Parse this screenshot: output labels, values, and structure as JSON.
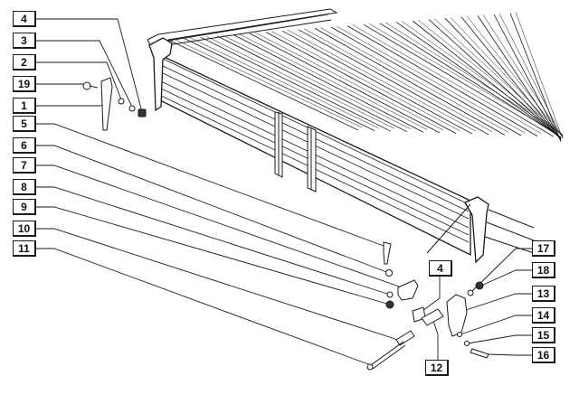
{
  "diagram": {
    "kind": "exploded parts view — truck cargo bed side board and hinge hardware"
  },
  "callouts_left": [
    "4",
    "3",
    "2",
    "19",
    "1",
    "5",
    "6",
    "7",
    "8",
    "9",
    "10",
    "11"
  ],
  "callouts_right": [
    "17",
    "18",
    "13",
    "14",
    "15",
    "16"
  ],
  "callouts_bottom": [
    "4",
    "12"
  ],
  "colors": {
    "line": "#1a1a1a",
    "background": "#ffffff"
  }
}
